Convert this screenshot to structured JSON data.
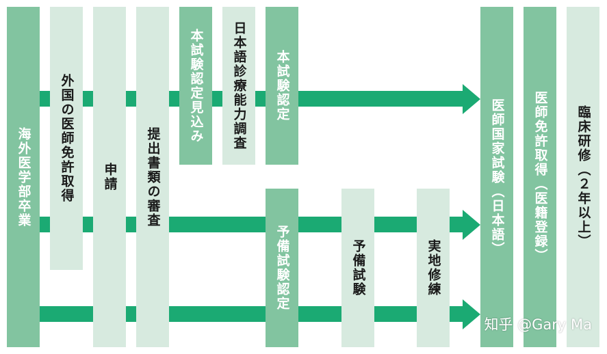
{
  "boxes": {
    "kaigai_igakubu": "海外医学部卒業",
    "gaikoku_menkyo": "外国の医師免許取得",
    "shinsei": "申請",
    "teishutsu_shinsa": "提出書類の審査",
    "honshiken_mikomi": "本試験認定見込み",
    "nihongo_chousa": "日本語診療能力調査",
    "honshiken_nintei": "本試験認定",
    "yobi_nintei": "予備試験認定",
    "yobi_shiken": "予備試験",
    "jitchi_shuuren": "実地修練",
    "kokka_shiken": "医師国家試験（日本語）",
    "menkyo_shutoku": "医師免許取得（医籍登録）",
    "rinsho_kenshu": "臨床研修（２年以上）"
  },
  "watermark": "知乎 @Gary Ma",
  "colors": {
    "arrow": "#1baa73",
    "box_dark": "#82c4a0",
    "box_light": "#d7eadf",
    "text_dark": "#1a1a1a",
    "text_light": "#ffffff"
  }
}
